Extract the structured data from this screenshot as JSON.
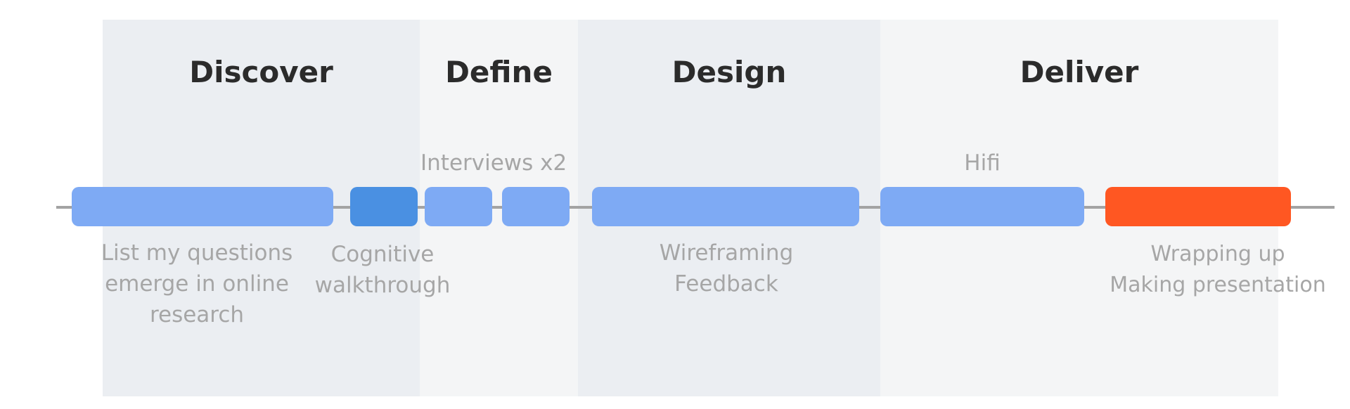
{
  "phases": [
    {
      "title": "Discover",
      "color": "#ebeef2"
    },
    {
      "title": "Define",
      "color": "#f4f5f6"
    },
    {
      "title": "Design",
      "color": "#ebeef2"
    },
    {
      "title": "Deliver",
      "color": "#f4f5f6"
    }
  ],
  "colors": {
    "bar": "#7eaaf4",
    "bar_highlight": "#4a90e2",
    "bar_final": "#ff5722",
    "timeline": "#a3a3a3",
    "title_text": "#2b2b2b",
    "note_text": "#a6a6a6"
  },
  "above_labels": {
    "interviews": "Interviews x2",
    "hifi": "Hifi"
  },
  "below_labels": {
    "questions": [
      "List my questions",
      "emerge in online",
      "research"
    ],
    "cognitive": [
      "Cognitive",
      "walkthrough"
    ],
    "wireframing": [
      "Wireframing",
      "Feedback"
    ],
    "wrapping": [
      "Wrapping up",
      "Making presentation"
    ]
  }
}
